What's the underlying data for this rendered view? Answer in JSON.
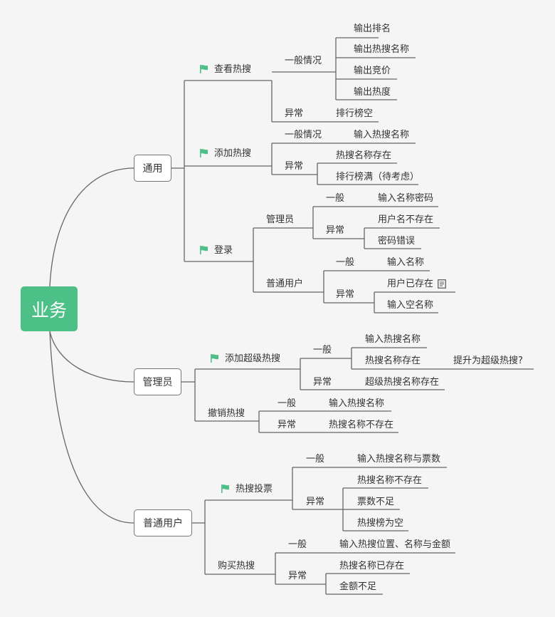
{
  "root": {
    "label": "业务"
  },
  "colors": {
    "root": "#4dc088",
    "flag": "#4dc088",
    "line": "#666666",
    "background": "#f5f5f5"
  },
  "icons": {
    "flag": "flag-icon",
    "note": "note-icon"
  },
  "branches": {
    "general": {
      "label": "通用",
      "view": {
        "label": "查看热搜",
        "normal": {
          "label": "一般情况",
          "items": [
            "输出排名",
            "输出热搜名称",
            "输出竞价",
            "输出热度"
          ]
        },
        "error": {
          "label": "异常",
          "items": [
            "排行榜空"
          ]
        }
      },
      "add": {
        "label": "添加热搜",
        "normal": {
          "label": "一般情况",
          "items": [
            "输入热搜名称"
          ]
        },
        "error": {
          "label": "异常",
          "items": [
            "热搜名称存在",
            "排行榜满（待考虑）"
          ]
        }
      },
      "login": {
        "label": "登录",
        "admin": {
          "label": "管理员",
          "normal": {
            "label": "一般",
            "items": [
              "输入名称密码"
            ]
          },
          "error": {
            "label": "异常",
            "items": [
              "用户名不存在",
              "密码错误"
            ]
          }
        },
        "user": {
          "label": "普通用户",
          "normal": {
            "label": "一般",
            "items": [
              "输入名称"
            ]
          },
          "error": {
            "label": "异常",
            "items": [
              "用户已存在",
              "输入空名称"
            ]
          }
        }
      }
    },
    "admin": {
      "label": "管理员",
      "add_super": {
        "label": "添加超级热搜",
        "normal": {
          "label": "一般",
          "items": [
            "输入热搜名称",
            "热搜名称存在"
          ],
          "sub": "提升为超级热搜?"
        },
        "error": {
          "label": "异常",
          "items": [
            "超级热搜名称存在"
          ]
        }
      },
      "revoke": {
        "label": "撤销热搜",
        "normal": {
          "label": "一般",
          "items": [
            "输入热搜名称"
          ]
        },
        "error": {
          "label": "异常",
          "items": [
            "热搜名称不存在"
          ]
        }
      }
    },
    "user": {
      "label": "普通用户",
      "vote": {
        "label": "热搜投票",
        "normal": {
          "label": "一般",
          "items": [
            "输入热搜名称与票数"
          ]
        },
        "error": {
          "label": "异常",
          "items": [
            "热搜名称不存在",
            "票数不足",
            "热搜榜为空"
          ]
        }
      },
      "buy": {
        "label": "购买热搜",
        "normal": {
          "label": "一般",
          "items": [
            "输入热搜位置、名称与金额"
          ]
        },
        "error": {
          "label": "异常",
          "items": [
            "热搜名称已存在",
            "金额不足"
          ]
        }
      }
    }
  }
}
